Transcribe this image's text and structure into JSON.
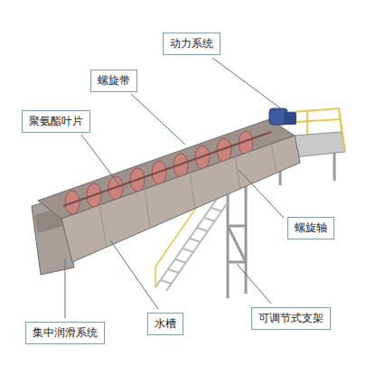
{
  "diagram": {
    "nodes": [
      {
        "text": [
          "动力系统"
        ]
      },
      {
        "text": [
          "螺旋带"
        ]
      },
      {
        "text": [
          "聚氨酯叶片"
        ]
      },
      {
        "text": [
          "螺旋轴"
        ]
      },
      {
        "text": [
          "水槽"
        ]
      },
      {
        "text": [
          "可调节式支架"
        ]
      },
      {
        "text": [
          "集中润滑系统"
        ]
      }
    ]
  }
}
